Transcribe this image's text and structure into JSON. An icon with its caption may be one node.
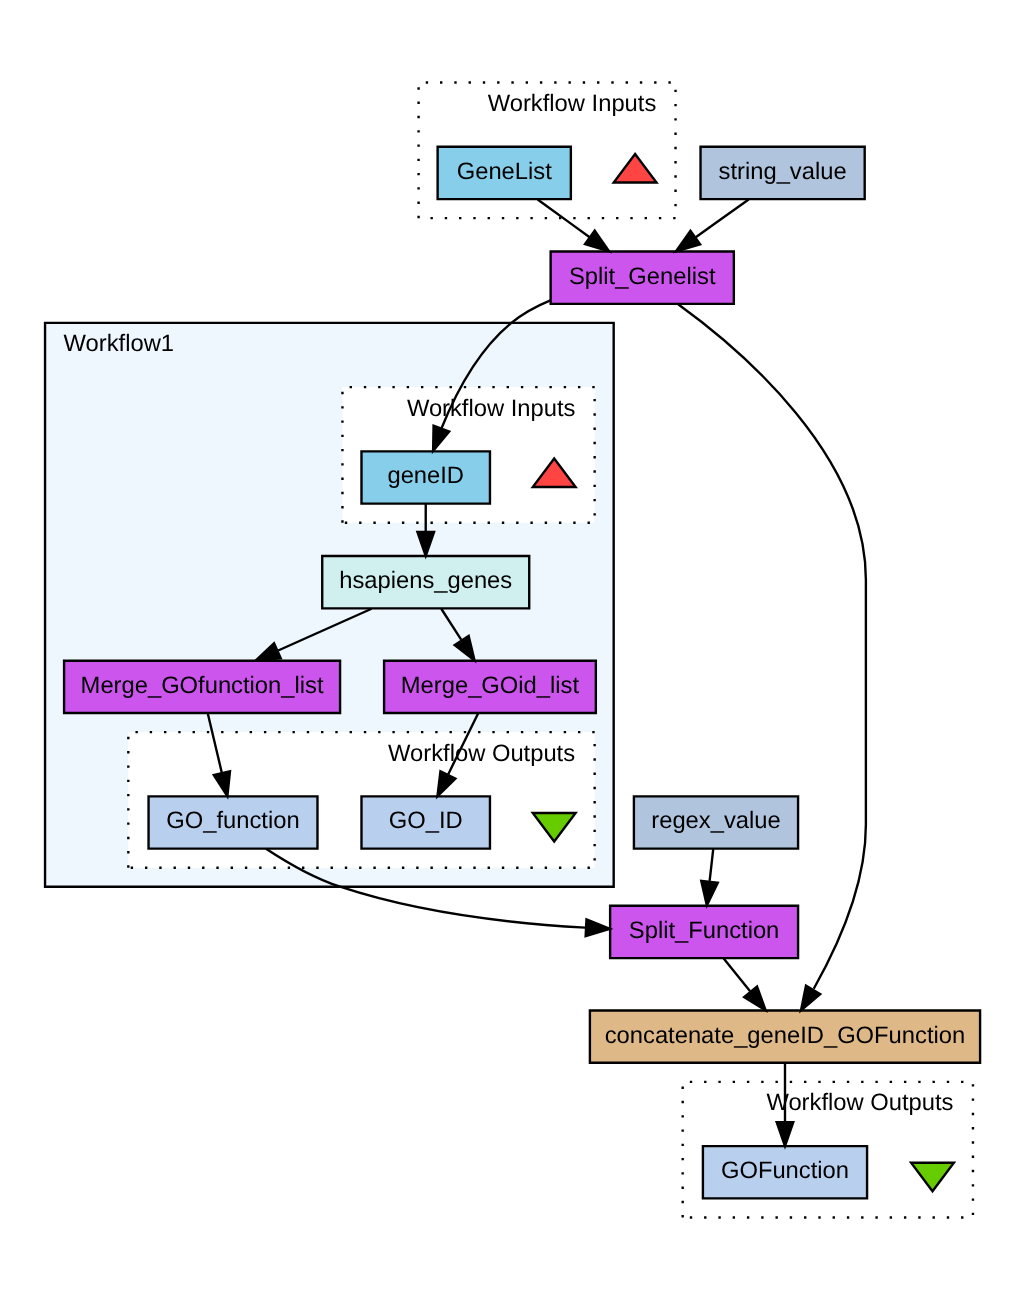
{
  "diagram": {
    "nodes": [
      {
        "text": [
          "Workflow Inputs"
        ]
      },
      {
        "text": [
          "GeneList"
        ],
        "in": 0
      },
      {
        "text": [],
        "shape": "triangle",
        "in": 0
      },
      {
        "text": [
          "string_value"
        ]
      },
      {
        "text": [
          "Split_Genelist"
        ]
      },
      {
        "text": [
          "Workflow1"
        ]
      },
      {
        "text": [
          "Workflow Inputs"
        ],
        "in": 5
      },
      {
        "text": [
          "geneID"
        ],
        "in": 6
      },
      {
        "text": [],
        "shape": "triangle",
        "in": 6
      },
      {
        "text": [
          "hsapiens_genes"
        ],
        "in": 5
      },
      {
        "text": [
          "Merge_GOfunction_list"
        ],
        "in": 5
      },
      {
        "text": [
          "Merge_GOid_list"
        ],
        "in": 5
      },
      {
        "text": [
          "Workflow Outputs"
        ],
        "in": 5
      },
      {
        "text": [
          "GO_function"
        ],
        "in": 12
      },
      {
        "text": [
          "GO_ID"
        ],
        "in": 12
      },
      {
        "text": [],
        "shape": "invtriangle",
        "in": 12
      },
      {
        "text": [
          "regex_value"
        ]
      },
      {
        "text": [
          "Split_Function"
        ]
      },
      {
        "text": [
          "concatenate_geneID_GOFunction"
        ]
      },
      {
        "text": [
          "Workflow Outputs"
        ]
      },
      {
        "text": [
          "GOFunction"
        ],
        "in": 19
      },
      {
        "text": [],
        "shape": "invtriangle",
        "in": 19
      }
    ],
    "edges": [
      {
        "from": 3,
        "to": 4,
        "arrow": "to"
      },
      {
        "from": 1,
        "to": 4,
        "arrow": "to"
      },
      {
        "from": 4,
        "to": 7,
        "arrow": "to"
      },
      {
        "from": 4,
        "to": 18,
        "arrow": "to"
      },
      {
        "from": 7,
        "to": 9,
        "arrow": "to"
      },
      {
        "from": 9,
        "to": 10,
        "arrow": "to"
      },
      {
        "from": 9,
        "to": 11,
        "arrow": "to"
      },
      {
        "from": 10,
        "to": 13,
        "arrow": "to"
      },
      {
        "from": 11,
        "to": 14,
        "arrow": "to"
      },
      {
        "from": 13,
        "to": 17,
        "arrow": "to"
      },
      {
        "from": 16,
        "to": 17,
        "arrow": "to"
      },
      {
        "from": 17,
        "to": 18,
        "arrow": "to"
      },
      {
        "from": 18,
        "to": 20,
        "arrow": "to"
      }
    ]
  }
}
